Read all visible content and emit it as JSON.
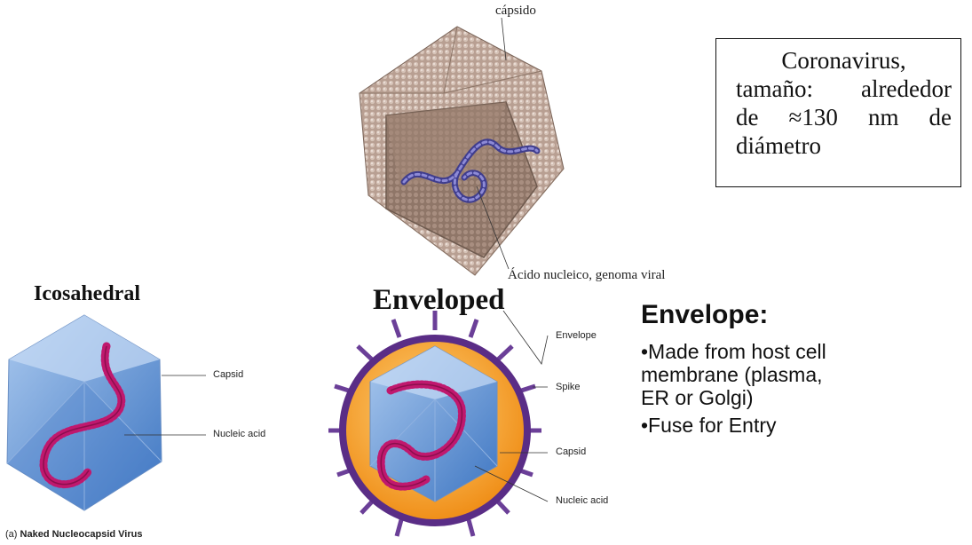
{
  "top_diagram": {
    "capsid_label": "cápsido",
    "nucleic_label": "Ácido nucleico, genoma viral"
  },
  "info_box": {
    "line1": "Coronavirus,",
    "line2": "tamaño: alrededor",
    "line3": "de ≈130 nm de",
    "line4": "diámetro"
  },
  "icosahedral": {
    "title": "Icosahedral",
    "capsid_label": "Capsid",
    "nucleic_label": "Nucleic acid",
    "caption_prefix": "(a)",
    "caption": "Naked Nucleocapsid Virus"
  },
  "enveloped": {
    "title": "Enveloped",
    "envelope_label": "Envelope",
    "spike_label": "Spike",
    "capsid_label": "Capsid",
    "nucleic_label": "Nucleic acid"
  },
  "envelope_info": {
    "heading": "Envelope:",
    "bullets": [
      "•Made from host cell",
      "membrane (plasma,",
      "ER or Golgi)",
      "•Fuse for Entry"
    ]
  },
  "colors": {
    "capsid_blue": "#5f95d6",
    "nucleic_magenta": "#c0186e",
    "envelope_orange": "#f29a1c",
    "envelope_purple": "#5a2d86",
    "capsid_tan": "#b59a8c",
    "rna_purple": "#4a4aa0"
  }
}
